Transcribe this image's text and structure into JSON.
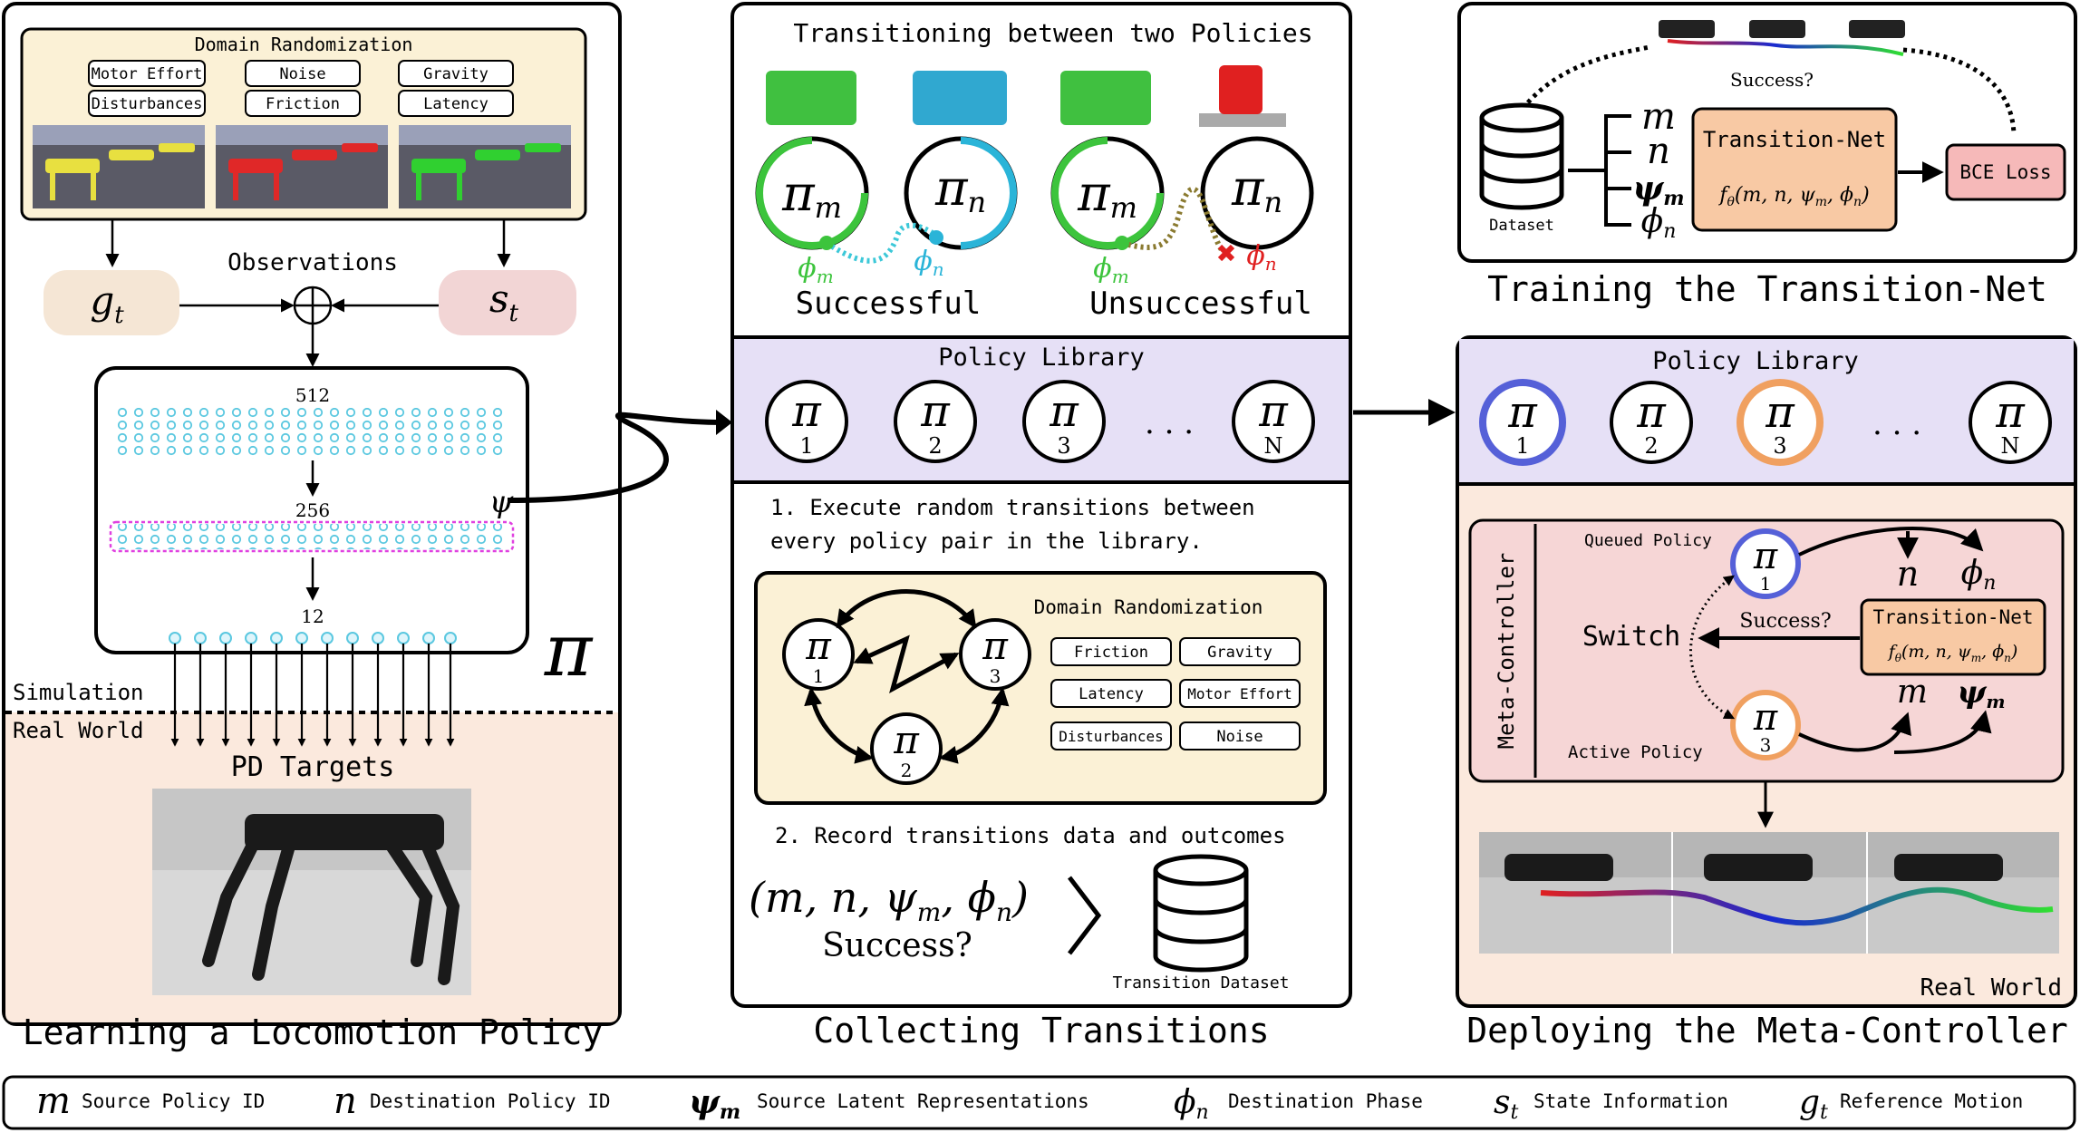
{
  "panels": {
    "locomotion": {
      "caption": "Learning a Locomotion Policy",
      "domain_randomization": {
        "title": "Domain Randomization",
        "tags": [
          "Motor Effort",
          "Noise",
          "Gravity",
          "Disturbances",
          "Friction",
          "Latency"
        ]
      },
      "observations_label": "Observations",
      "g_label": "g",
      "g_sub": "t",
      "s_label": "s",
      "s_sub": "t",
      "layer_sizes": [
        "512",
        "256",
        "12"
      ],
      "psi_label": "ψ",
      "pi_label": "π",
      "simulation_label": "Simulation",
      "real_world_label": "Real World",
      "pd_targets_label": "PD Targets"
    },
    "transitions": {
      "caption": "Collecting Transitions",
      "top_title": "Transitioning between two Policies",
      "pi_m": "π",
      "pi_m_sub": "m",
      "pi_n": "π",
      "pi_n_sub": "n",
      "phi_m": "ϕ",
      "phi_m_sub": "m",
      "phi_n": "ϕ",
      "phi_n_sub": "n",
      "successful_label": "Successful",
      "unsuccessful_label": "Unsuccessful",
      "library_title": "Policy Library",
      "library_items": [
        "1",
        "2",
        "3",
        "N"
      ],
      "ellipsis": ". . .",
      "step1_line1": "1. Execute random transitions between",
      "step1_line2": "every policy pair in the library.",
      "dr_title": "Domain Randomization",
      "dr_tags": [
        "Friction",
        "Gravity",
        "Latency",
        "Motor Effort",
        "Disturbances",
        "Noise"
      ],
      "cycle_items": [
        "1",
        "3",
        "2"
      ],
      "step2": "2. Record transitions data and outcomes",
      "tuple": "(m, n, ψ",
      "tuple_sub": "m",
      "tuple_end": ", ϕ",
      "tuple_end_sub": "n",
      "tuple_close": ")",
      "success_q": "Success?",
      "dataset_label": "Transition Dataset"
    },
    "training": {
      "caption": "Training the Transition-Net",
      "success_q": "Success?",
      "dataset_label": "Dataset",
      "inputs": [
        "m",
        "n",
        "ψ",
        "ϕ"
      ],
      "input_subs": [
        "",
        "",
        "m",
        "n"
      ],
      "net_title": "Transition-Net",
      "net_formula": "f",
      "net_formula_sub": "θ",
      "net_formula_args": "(m, n, ψ",
      "net_formula_args2": ", ϕ",
      "net_formula_close": ")",
      "loss_label": "BCE Loss"
    },
    "deploying": {
      "caption": "Deploying the Meta-Controller",
      "library_title": "Policy Library",
      "library_items": [
        "1",
        "2",
        "3",
        "N"
      ],
      "ellipsis": ". . .",
      "meta_label": "Meta-Controller",
      "queued_label": "Queued Policy",
      "active_label": "Active Policy",
      "queued_idx": "1",
      "active_idx": "3",
      "switch_label": "Switch",
      "success_q": "Success?",
      "net_title": "Transition-Net",
      "out_n": "n",
      "out_phi": "ϕ",
      "out_phi_sub": "n",
      "out_m": "m",
      "out_psi": "ψ",
      "out_psi_sub": "m",
      "real_world_label": "Real World"
    }
  },
  "legend": [
    {
      "symbol": "m",
      "sub": "",
      "text": "Source Policy ID"
    },
    {
      "symbol": "n",
      "sub": "",
      "text": "Destination Policy ID"
    },
    {
      "symbol": "ψ",
      "sub": "m",
      "text": "Source Latent Representations"
    },
    {
      "symbol": "ϕ",
      "sub": "n",
      "text": "Destination Phase"
    },
    {
      "symbol": "s",
      "sub": "t",
      "text": "State Information"
    },
    {
      "symbol": "g",
      "sub": "t",
      "text": "Reference Motion"
    }
  ],
  "colors": {
    "cream": "#fbf1d6",
    "peach": "#fbe9dd",
    "lavender": "#e6e0f6",
    "pink": "#f6d6d6",
    "g_box": "#f5e6d5",
    "s_box": "#f2d5d5",
    "net_orange": "#f8c9a4",
    "loss_pink": "#f6b9b9",
    "neuron": "#5bc8e0",
    "green": "#3cc43c",
    "cyan": "#2ab4d8",
    "red": "#e02020",
    "blue_ring": "#5560d8",
    "orange_ring": "#f0a060"
  }
}
